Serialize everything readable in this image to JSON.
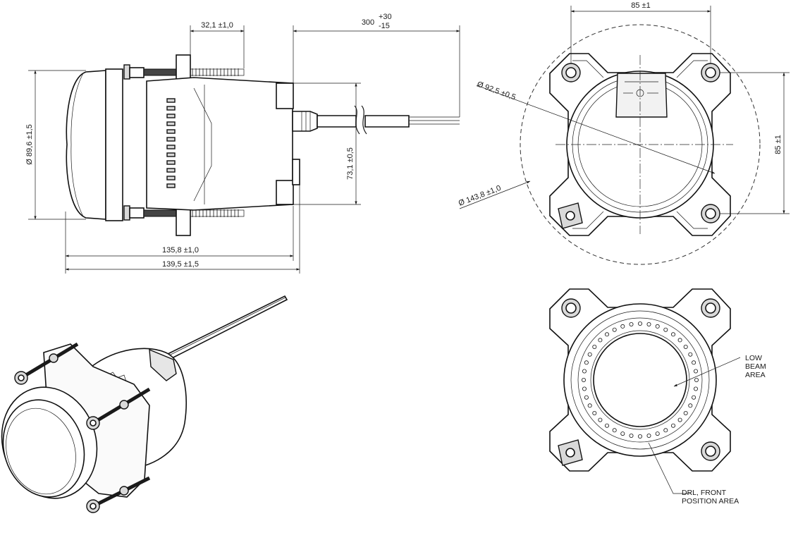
{
  "side_view": {
    "dim_mount_depth": "32,1 ±1,0",
    "dim_cable_length": "300",
    "dim_cable_tol_plus": "+30",
    "dim_cable_tol_minus": "-15",
    "dim_lens_diameter": "Ø 89,6 ±1,5",
    "dim_housing_height": "73,1 ±0,5",
    "dim_body_length": "135,8 ±1,0",
    "dim_overall_length": "139,5 ±1,5"
  },
  "front_view": {
    "dim_horizontal_spacing": "85 ±1",
    "dim_vertical_spacing": "85 ±1",
    "dim_inner_diameter": "Ø 92,5 ±0,5",
    "dim_outer_diameter": "Ø 143,8 ±1,0"
  },
  "rear_view": {
    "label_low_beam": [
      "LOW",
      "BEAM",
      "AREA"
    ],
    "label_drl": [
      "DRL, FRONT",
      "POSITION AREA"
    ]
  }
}
